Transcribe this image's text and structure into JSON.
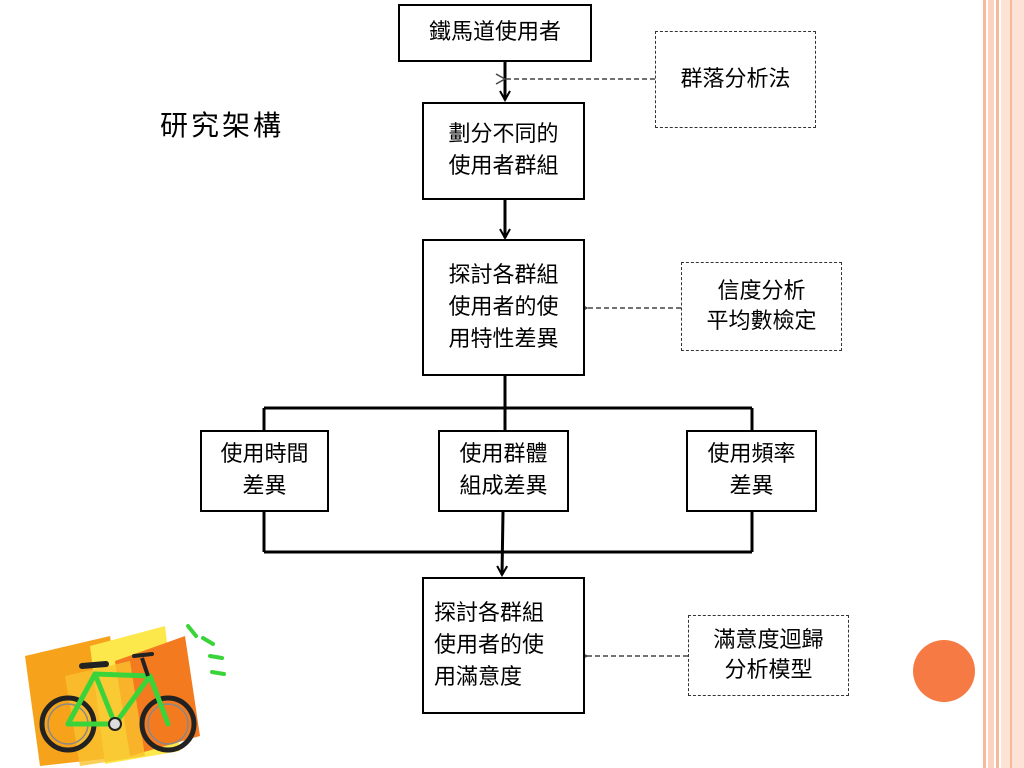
{
  "slide": {
    "title": "研究架構"
  },
  "nodes": {
    "users": "鐵馬道使用者",
    "divide": "劃分不同的\n使用者群組",
    "explore_traits": "探討各群組\n使用者的使\n用特性差異",
    "time_diff": "使用時間\n差異",
    "group_diff": "使用群體\n組成差異",
    "freq_diff": "使用頻率\n差異",
    "explore_satisfaction": "探討各群組\n使用者的使\n用滿意度"
  },
  "methods": {
    "cluster": "群落分析法",
    "reliability": "信度分析\n平均數檢定",
    "regression": "滿意度迴歸\n分析模型"
  },
  "colors": {
    "accent_orange": "#f67a43",
    "stripe_light": "#fbd3c0",
    "stripe_mid": "#f8b89a"
  },
  "decorations": {
    "clipart": "bicycle-clipart",
    "circle": "orange-circle"
  }
}
